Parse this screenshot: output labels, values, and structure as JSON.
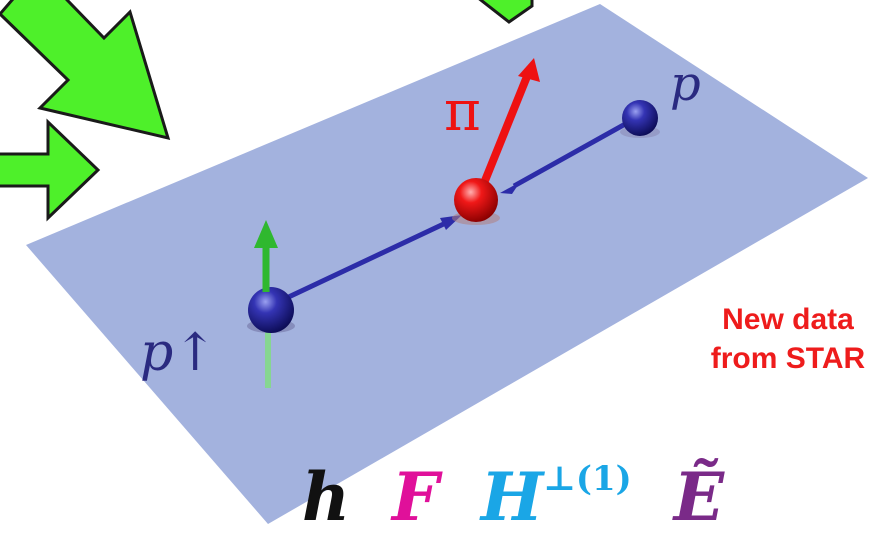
{
  "labels": {
    "pion": "π",
    "proton": "p",
    "polarized_proton": "p↑"
  },
  "annotation": {
    "line1": "New data",
    "line2": "from STAR"
  },
  "formula": {
    "h": "h",
    "F": "F",
    "H": "H",
    "H_sup": "⊥(1)",
    "E": "Ẽ"
  },
  "colors": {
    "plane": "#a3b2de",
    "green_arrow": "#4ef02a",
    "pion": "#ee1111",
    "proton": "#2a2a9a",
    "spin": "#2fb82f",
    "note": "#ee1c1c",
    "F": "#e0109a",
    "H": "#1aa6e6",
    "E": "#7a2a88"
  }
}
